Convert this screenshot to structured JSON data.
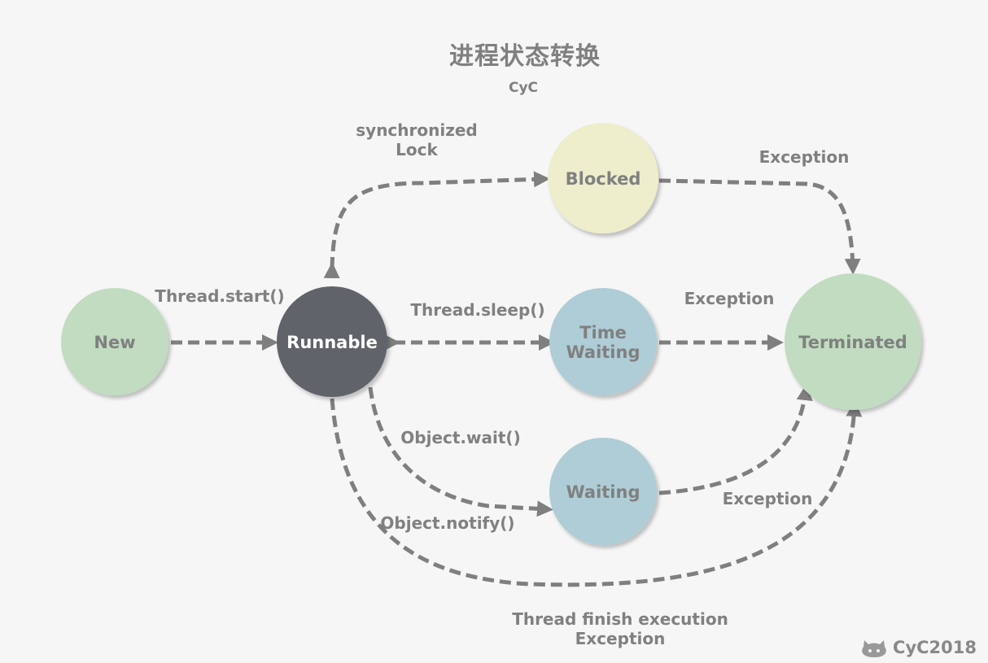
{
  "title": "进程状态转换",
  "subtitle": "CyC",
  "watermark": {
    "text": "CyC2018",
    "icon": "github-octocat-icon"
  },
  "colors": {
    "background": "#f6f6f6",
    "text": "#808080",
    "arrow": "#7f7f7f",
    "new": "#c1dcc0",
    "runnable": "#61636b",
    "blocked": "#eeedcc",
    "time_waiting": "#aecdd6",
    "waiting": "#aecdd6",
    "terminated": "#c1dcc0"
  },
  "nodes": {
    "new": {
      "label": [
        "New"
      ]
    },
    "runnable": {
      "label": [
        "Runnable"
      ]
    },
    "blocked": {
      "label": [
        "Blocked"
      ]
    },
    "time_waiting": {
      "label": [
        "Time",
        "Waiting"
      ]
    },
    "waiting": {
      "label": [
        "Waiting"
      ]
    },
    "terminated": {
      "label": [
        "Terminated"
      ]
    }
  },
  "edges": {
    "start": {
      "label": [
        "Thread.start()"
      ]
    },
    "sync": {
      "label": [
        "synchronized",
        "Lock"
      ]
    },
    "blocked_exception": {
      "label": [
        "Exception"
      ]
    },
    "sleep": {
      "label": [
        "Thread.sleep()"
      ]
    },
    "tw_exception": {
      "label": [
        "Exception"
      ]
    },
    "wait": {
      "label": [
        "Object.wait()"
      ]
    },
    "notify": {
      "label": [
        "Object.notify()"
      ]
    },
    "waiting_exception": {
      "label": [
        "Exception"
      ]
    },
    "finish": {
      "label": [
        "Thread finish execution",
        "Exception"
      ]
    }
  }
}
